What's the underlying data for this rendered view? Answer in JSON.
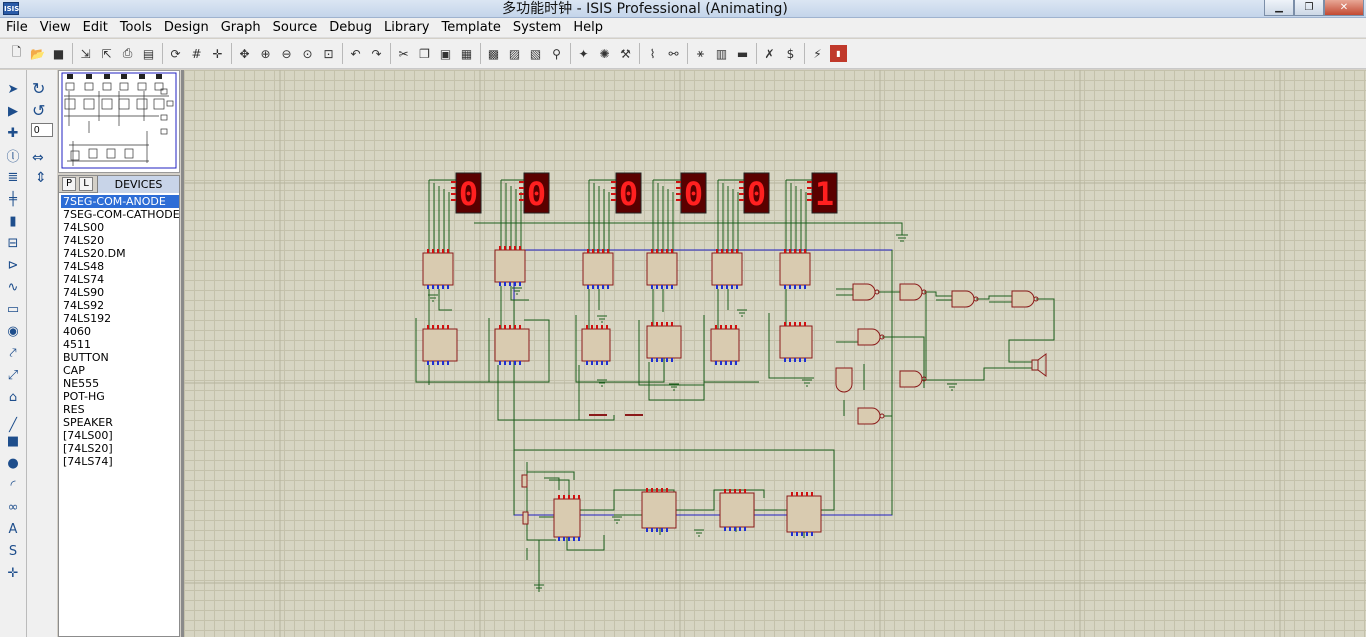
{
  "window": {
    "title": "多功能时钟 - ISIS Professional (Animating)",
    "app_icon_text": "ISIS"
  },
  "menu": [
    "File",
    "View",
    "Edit",
    "Tools",
    "Design",
    "Graph",
    "Source",
    "Debug",
    "Library",
    "Template",
    "System",
    "Help"
  ],
  "toolbar_icons": [
    "new-icon",
    "open-icon",
    "save-icon",
    "import-icon",
    "export-icon",
    "print-icon",
    "printer-setup-icon",
    "refresh-icon",
    "toggle-grid-icon",
    "origin-icon",
    "pan-icon",
    "zoom-in-icon",
    "zoom-out-icon",
    "zoom-all-icon",
    "zoom-area-icon",
    "undo-icon",
    "redo-icon",
    "cut-icon",
    "copy-icon",
    "paste-icon",
    "block-copy-icon",
    "block-move-icon",
    "block-rotate-icon",
    "block-delete-icon",
    "pick-device-icon",
    "make-device-icon",
    "package-tool-icon",
    "decompose-icon",
    "wire-autorouter-icon",
    "search-tag-icon",
    "property-assign-icon",
    "new-sheet-icon",
    "remove-sheet-icon",
    "goto-sheet-icon",
    "bill-of-materials-icon",
    "electrical-rule-check-icon",
    "netlist-to-ares-icon"
  ],
  "left_tools": [
    "selection-mode-icon",
    "component-mode-icon",
    "junction-dot-icon",
    "wire-label-icon",
    "text-script-icon",
    "bus-icon",
    "subcircuit-icon",
    "terminals-icon",
    "device-pins-icon",
    "graph-icon",
    "tape-recorder-icon",
    "generator-icon",
    "voltage-probe-icon",
    "current-probe-icon",
    "virtual-instruments-icon",
    "line-icon",
    "box-icon",
    "circle-icon",
    "arc-icon",
    "path-icon",
    "text-icon",
    "symbol-icon",
    "marker-icon"
  ],
  "rotation": {
    "value": "0"
  },
  "device_panel": {
    "p_button": "P",
    "l_button": "L",
    "title": "DEVICES",
    "selected_index": 0,
    "items": [
      "7SEG-COM-ANODE",
      "7SEG-COM-CATHODE",
      "74LS00",
      "74LS20",
      "74LS20.DM",
      "74LS48",
      "74LS74",
      "74LS90",
      "74LS92",
      "74LS192",
      "4060",
      "4511",
      "BUTTON",
      "CAP",
      "NE555",
      "POT-HG",
      "RES",
      "SPEAKER",
      "[74LS00]",
      "[74LS20]",
      "[74LS74]"
    ]
  },
  "schematic": {
    "displays": [
      "0",
      "0",
      "0",
      "0",
      "0",
      "1"
    ],
    "colors": {
      "wire": "#1c5e1c",
      "bus": "#2020c0",
      "chip": "#d9cbb0",
      "chip_border": "#8b1a1a",
      "seg_bg": "#5a0000",
      "seg_on": "#ff2020",
      "pin_red": "#d01010",
      "pin_blue": "#2030d0"
    }
  }
}
